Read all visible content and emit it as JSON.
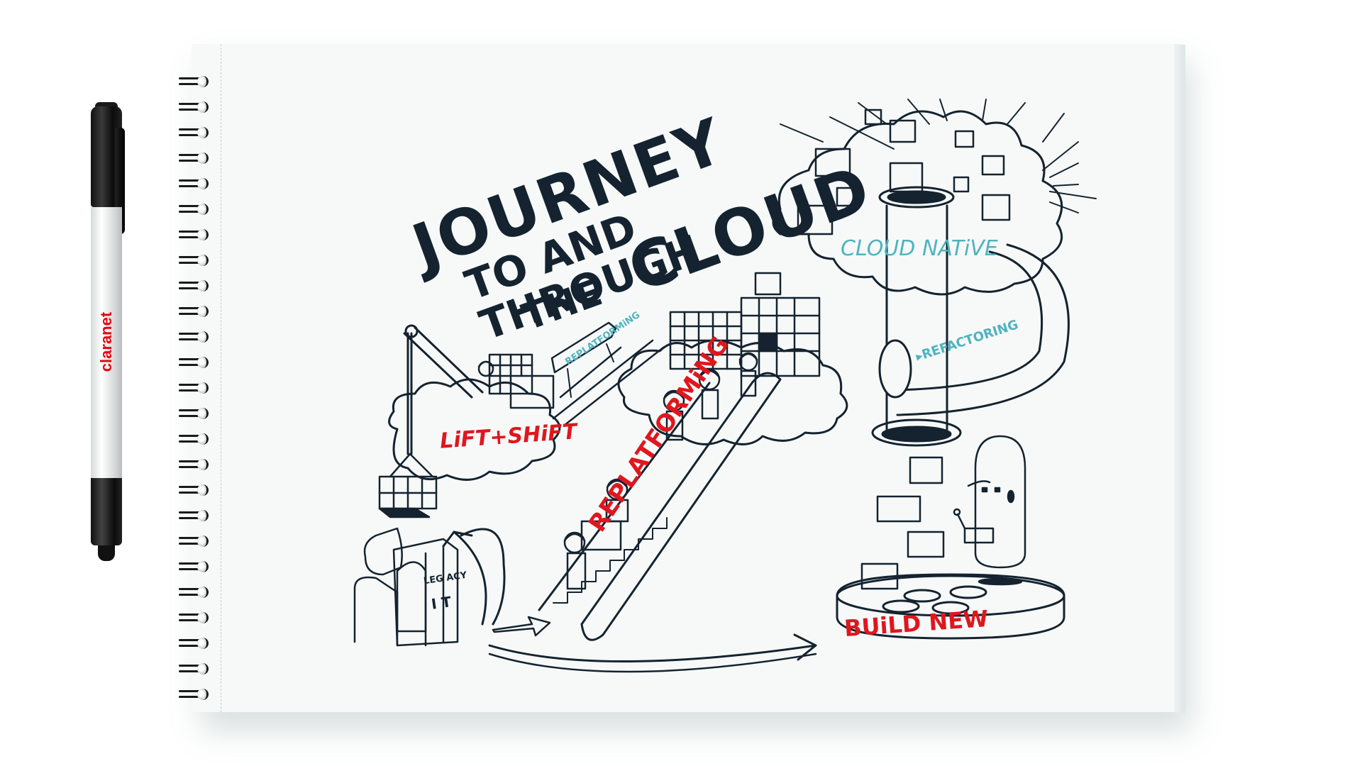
{
  "notepad": {
    "spiral_ring_count": 25
  },
  "pen": {
    "brand": "claranet",
    "brand_color": "#e30613"
  },
  "title": {
    "line1": "JOURNEY",
    "line2": "TO AND THROUGH",
    "line3_prefix": "THE",
    "line3_main": "CLOUD",
    "color": "#14232f"
  },
  "illustration": {
    "labels": {
      "lift_shift": "LiFT+SHiFT",
      "sign_replatforming": "REPLATFORMiNG",
      "escalator_replatforming": "REPLATFORMiNG",
      "cloud_native": "CLOUD NATiVE",
      "refactoring": "▸REFACTORING",
      "build_new": "BUiLD NEW",
      "legacy_box_top": "LEG ACY",
      "legacy_box_bottom": "I T"
    },
    "colors": {
      "ink": "#14232f",
      "red": "#e0161e",
      "teal": "#4fb3bf"
    }
  }
}
